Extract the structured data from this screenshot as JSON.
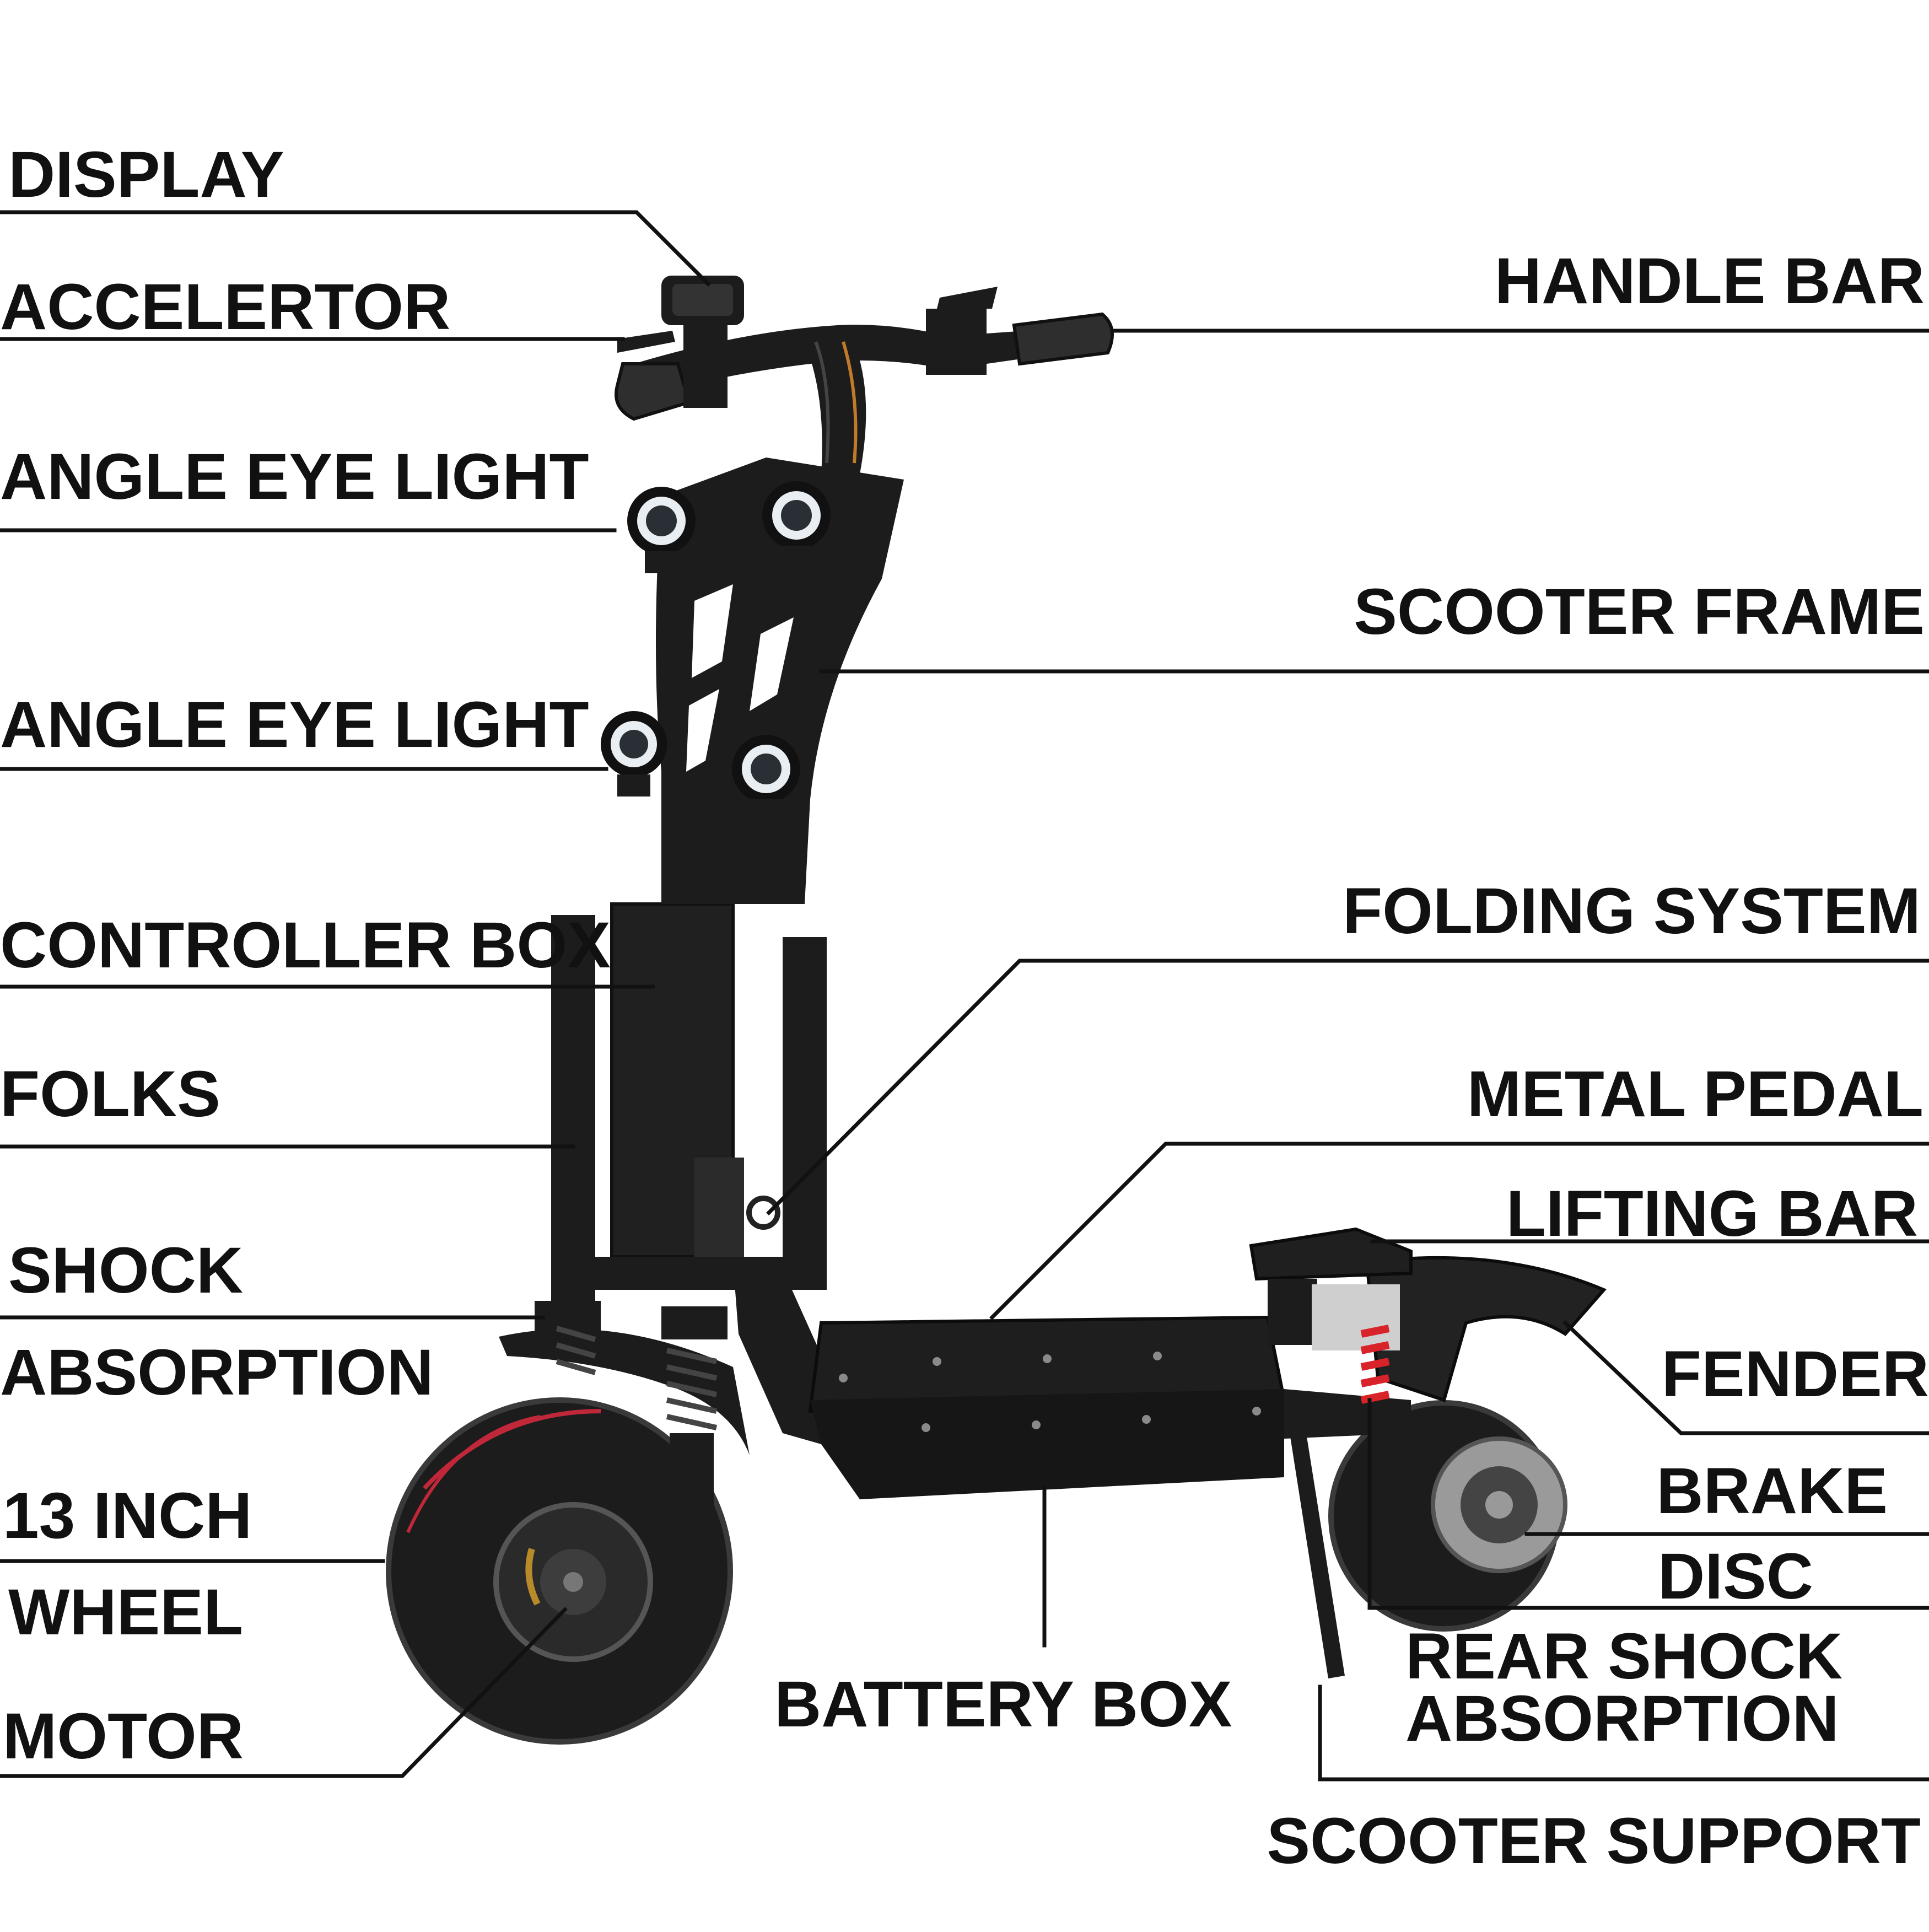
{
  "labels": {
    "display": "DISPLAY",
    "accelerator": "ACCELERTOR",
    "angle_eye_light_upper": "ANGLE EYE LIGHT",
    "angle_eye_light_lower": "ANGLE EYE LIGHT",
    "controller_box": "CONTROLLER BOX",
    "folks": "FOLKS",
    "shock_line1": "SHOCK",
    "shock_line2": "ABSORPTION",
    "wheel_line1": "13 INCH",
    "wheel_line2": "WHEEL",
    "motor": "MOTOR",
    "battery_box": "BATTERY BOX",
    "handle_bar": "HANDLE BAR",
    "scooter_frame": "SCOOTER FRAME",
    "folding_system": "FOLDING SYSTEM",
    "metal_pedal": "METAL PEDAL",
    "lifting_bar": "LIFTING BAR",
    "fender": "FENDER",
    "brake": "BRAKE",
    "disc": "DISC",
    "rear_shock_line1": "REAR SHOCK",
    "rear_shock_line2": "ABSORPTION",
    "scooter_support": "SCOOTER SUPPORT"
  },
  "colors": {
    "background": "#ffffff",
    "text": "#111111",
    "frame": "#1c1c1c",
    "tire_accent": "#c0283a",
    "light_ring": "#e9eef2",
    "rear_spring": "#d8232a"
  },
  "icons": [
    "electric-scooter"
  ]
}
